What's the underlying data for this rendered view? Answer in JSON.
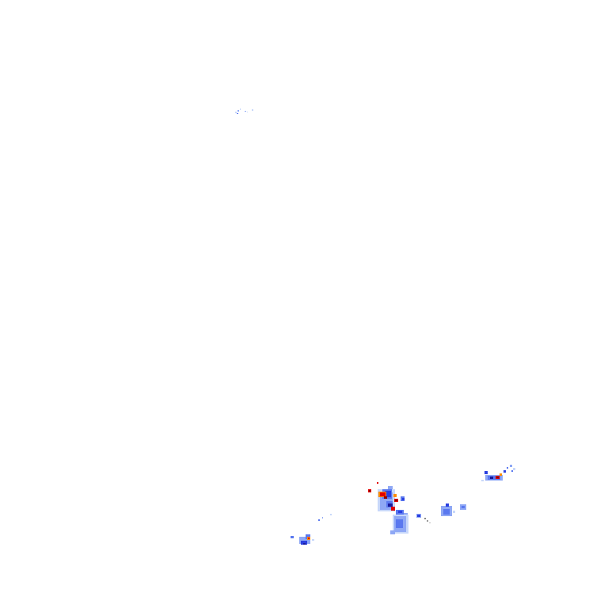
{
  "map": {
    "background": "#ffffff",
    "layer": "precipitation-radar",
    "palette": {
      "very_light": "#c8d8fa",
      "light": "#8fa8f5",
      "moderate": "#5a78ef",
      "medium": "#2a3fe0",
      "heavy": "#1a1a9a",
      "intense": "#ff8c00",
      "very_intense": "#e00000",
      "extreme": "#8b0000"
    },
    "echo_clusters": [
      {
        "name": "north-isolated-echo",
        "intensity": "very_light"
      },
      {
        "name": "southwest-small-cell",
        "intensity": "intense"
      },
      {
        "name": "southwest-trailing-specks",
        "intensity": "light"
      },
      {
        "name": "central-main-cell",
        "intensity": "extreme"
      },
      {
        "name": "central-southern-extension",
        "intensity": "light"
      },
      {
        "name": "central-east-specks",
        "intensity": "moderate"
      },
      {
        "name": "east-small-cell",
        "intensity": "moderate"
      },
      {
        "name": "far-east-cell",
        "intensity": "very_intense"
      }
    ]
  }
}
